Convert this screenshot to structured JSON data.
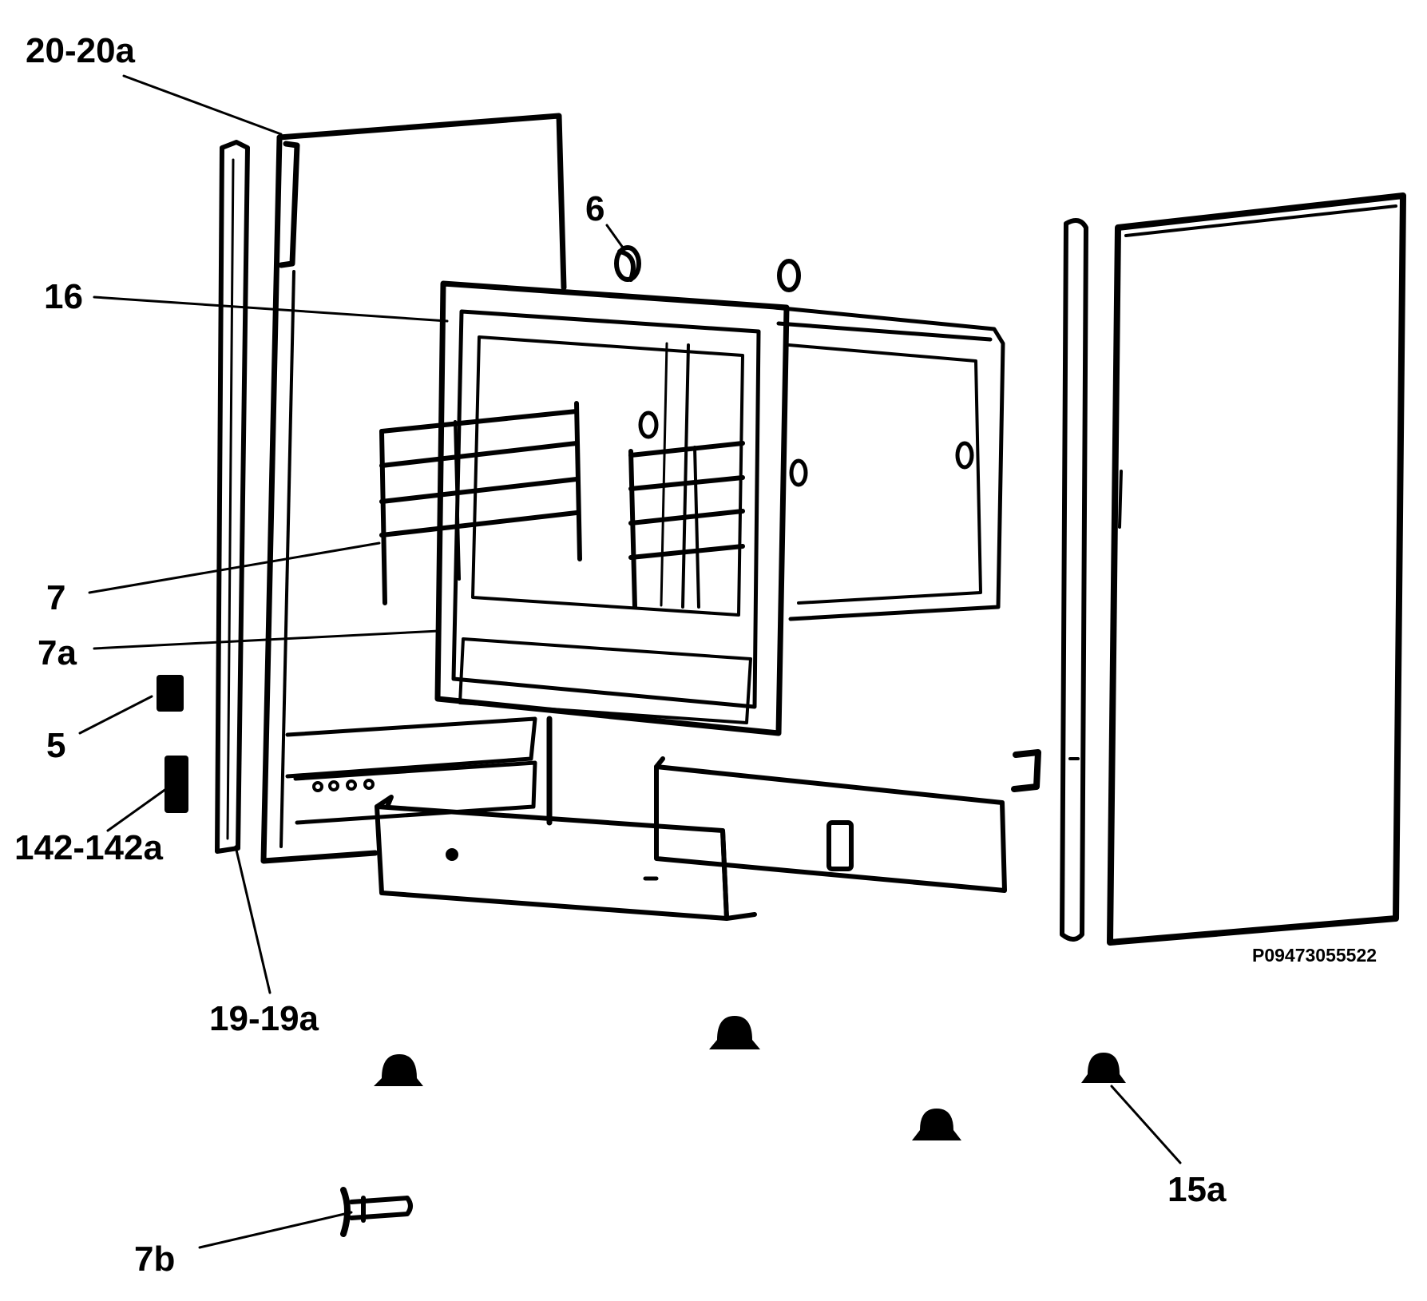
{
  "diagram": {
    "labels": {
      "p20_20a": "20-20a",
      "p6": "6",
      "p16": "16",
      "p7": "7",
      "p7a": "7a",
      "p5": "5",
      "p142_142a": "142-142a",
      "p19_19a": "19-19a",
      "p15a": "15a",
      "p7b": "7b"
    },
    "drawing_code": "P09473055522",
    "colors": {
      "ink": "#000000",
      "paper": "#ffffff"
    }
  }
}
